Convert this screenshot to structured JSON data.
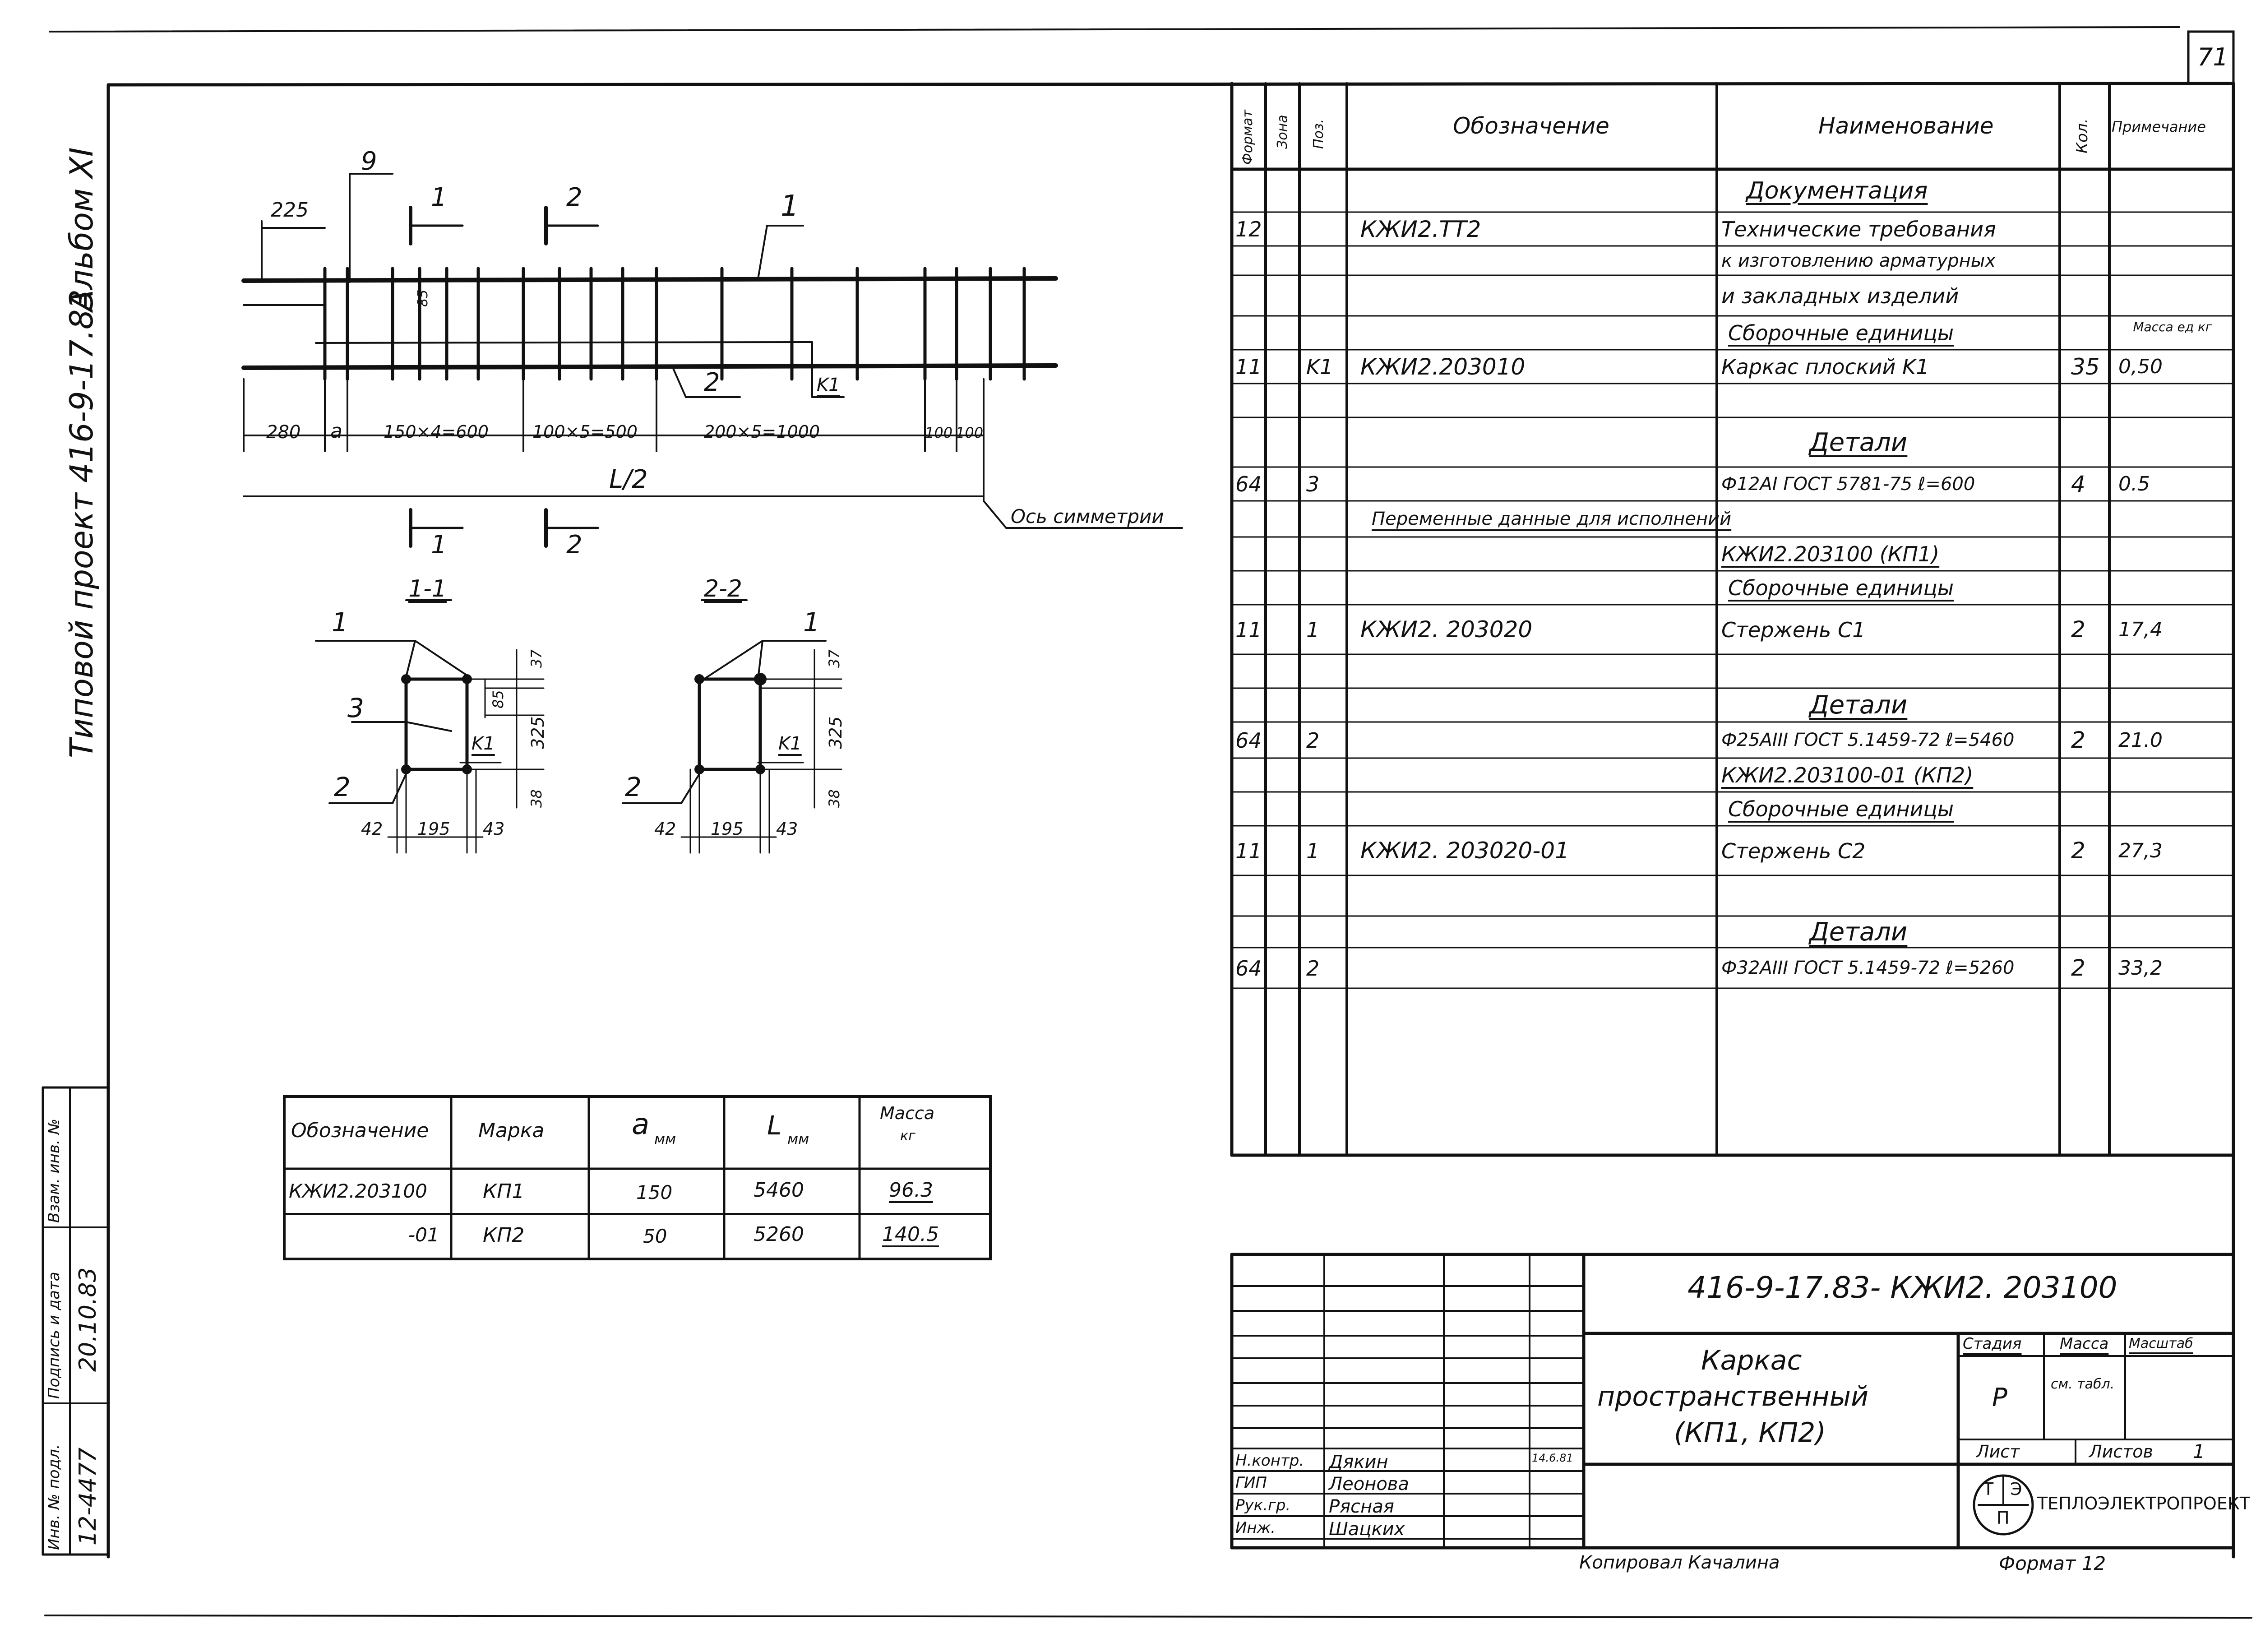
{
  "sheet": {
    "number": "71",
    "album": "Альбом XI",
    "project": "Типовой проект 416-9-17.83"
  },
  "side_stamp": {
    "inv_orig": "Инв. № подл.",
    "sign_date": "Подпись и дата",
    "inv_swap": "Взам. инв. №",
    "inv_value": "12-4477",
    "date_value": "20.10.83"
  },
  "plan": {
    "marks": {
      "m9": "9",
      "m1": "1",
      "m2": "2",
      "top1": "1",
      "top2": "2",
      "bot1": "1",
      "bot2": "2",
      "k1": "K1"
    },
    "dims": {
      "d225": "225",
      "d85": "85",
      "d280": "280",
      "da": "a",
      "d600": "150×4=600",
      "d500": "100×5=500",
      "d1000": "200×5=1000",
      "d100a": "100",
      "d100b": "100",
      "half": "L/2"
    },
    "axis": "Ось симметрии"
  },
  "section1": {
    "title": "1-1",
    "labels": {
      "p1": "1",
      "p3": "3",
      "p2": "2",
      "k1": "K1"
    },
    "dims": {
      "d37": "37",
      "d85": "85",
      "d325": "325",
      "d38": "38",
      "d42": "42",
      "d195": "195",
      "d43": "43"
    }
  },
  "section2": {
    "title": "2-2",
    "labels": {
      "p1": "1",
      "p2": "2",
      "k1": "K1"
    },
    "dims": {
      "d37": "37",
      "d325": "325",
      "d38": "38",
      "d42": "42",
      "d195": "195",
      "d43": "43"
    }
  },
  "var_table": {
    "headers": {
      "designation": "Обозначение",
      "mark": "Марка",
      "a": "a",
      "a_unit": "мм",
      "l": "L",
      "l_unit": "мм",
      "mass": "Масса",
      "mass_unit": "кг"
    },
    "rows": [
      {
        "designation": "КЖИ2.203100",
        "mark": "КП1",
        "a": "150",
        "l": "5460",
        "mass": "96.3"
      },
      {
        "designation": "-01",
        "mark": "КП2",
        "a": "50",
        "l": "5260",
        "mass": "140.5"
      }
    ]
  },
  "spec": {
    "headers": {
      "format": "Формат",
      "zone": "Зона",
      "pos": "Поз.",
      "designation": "Обозначение",
      "name": "Наименование",
      "qty": "Кол.",
      "note": "Примечание"
    },
    "rows": [
      {
        "fmt": "",
        "zone": "",
        "pos": "",
        "des": "",
        "name": "Документация",
        "qty": "",
        "note": ""
      },
      {
        "fmt": "12",
        "zone": "",
        "pos": "",
        "des": "КЖИ2.ТТ2",
        "name": "Технические требования",
        "qty": "",
        "note": ""
      },
      {
        "fmt": "",
        "zone": "",
        "pos": "",
        "des": "",
        "name": "к изготовлению арматурных",
        "qty": "",
        "note": ""
      },
      {
        "fmt": "",
        "zone": "",
        "pos": "",
        "des": "",
        "name": "и закладных изделий",
        "qty": "",
        "note": ""
      },
      {
        "fmt": "",
        "zone": "",
        "pos": "",
        "des": "",
        "name": "Сборочные единицы",
        "qty": "",
        "note": "Масса ед кг"
      },
      {
        "fmt": "11",
        "zone": "",
        "pos": "K1",
        "des": "КЖИ2.203010",
        "name": "Каркас плоский K1",
        "qty": "35",
        "note": "0,50"
      },
      {
        "fmt": "",
        "zone": "",
        "pos": "",
        "des": "",
        "name": "",
        "qty": "",
        "note": ""
      },
      {
        "fmt": "",
        "zone": "",
        "pos": "",
        "des": "",
        "name": "Детали",
        "qty": "",
        "note": ""
      },
      {
        "fmt": "64",
        "zone": "",
        "pos": "3",
        "des": "",
        "name": "Ф12АI ГОСТ 5781-75 ℓ=600",
        "qty": "4",
        "note": "0.5"
      },
      {
        "fmt": "",
        "zone": "",
        "pos": "",
        "des": "",
        "name": "Переменные данные для исполнений",
        "qty": "",
        "note": ""
      },
      {
        "fmt": "",
        "zone": "",
        "pos": "",
        "des": "",
        "name": "КЖИ2.203100 (КП1)",
        "qty": "",
        "note": ""
      },
      {
        "fmt": "",
        "zone": "",
        "pos": "",
        "des": "",
        "name": "Сборочные единицы",
        "qty": "",
        "note": ""
      },
      {
        "fmt": "11",
        "zone": "",
        "pos": "1",
        "des": "КЖИ2. 203020",
        "name": "Стержень С1",
        "qty": "2",
        "note": "17,4"
      },
      {
        "fmt": "",
        "zone": "",
        "pos": "",
        "des": "",
        "name": "",
        "qty": "",
        "note": ""
      },
      {
        "fmt": "",
        "zone": "",
        "pos": "",
        "des": "",
        "name": "Детали",
        "qty": "",
        "note": ""
      },
      {
        "fmt": "64",
        "zone": "",
        "pos": "2",
        "des": "",
        "name": "Ф25АIII ГОСТ 5.1459-72 ℓ=5460",
        "qty": "2",
        "note": "21.0"
      },
      {
        "fmt": "",
        "zone": "",
        "pos": "",
        "des": "",
        "name": "КЖИ2.203100-01 (КП2)",
        "qty": "",
        "note": ""
      },
      {
        "fmt": "",
        "zone": "",
        "pos": "",
        "des": "",
        "name": "Сборочные единицы",
        "qty": "",
        "note": ""
      },
      {
        "fmt": "11",
        "zone": "",
        "pos": "1",
        "des": "КЖИ2. 203020-01",
        "name": "Стержень С2",
        "qty": "2",
        "note": "27,3"
      },
      {
        "fmt": "",
        "zone": "",
        "pos": "",
        "des": "",
        "name": "",
        "qty": "",
        "note": ""
      },
      {
        "fmt": "",
        "zone": "",
        "pos": "",
        "des": "",
        "name": "Детали",
        "qty": "",
        "note": ""
      },
      {
        "fmt": "64",
        "zone": "",
        "pos": "2",
        "des": "",
        "name": "Ф32АIII ГОСТ 5.1459-72 ℓ=5260",
        "qty": "2",
        "note": "33,2"
      }
    ]
  },
  "title_block": {
    "code": "416-9-17.83- КЖИ2. 203100",
    "name_l1": "Каркас",
    "name_l2": "пространственный",
    "name_l3": "(КП1, КП2)",
    "stage_label": "Стадия",
    "mass_label": "Масса",
    "scale_label": "Масштаб",
    "stage": "Р",
    "mass": "см. табл.",
    "sheet_label": "Лист",
    "sheets_label": "Листов",
    "sheets": "1",
    "org": "ТЕПЛОЭЛЕКТРОПРОЕКТ",
    "logo_t": "Т",
    "logo_e": "Э",
    "logo_p": "П",
    "people": [
      {
        "role": "Н.контр.",
        "name": "Дякин",
        "date": "14.6.81"
      },
      {
        "role": "ГИП",
        "name": "Леонова",
        "date": ""
      },
      {
        "role": "Рук.гр.",
        "name": "Рясная",
        "date": ""
      },
      {
        "role": "Инж.",
        "name": "Шацких",
        "date": ""
      }
    ],
    "copied": "Копировал Качалина",
    "format": "Формат 12"
  }
}
